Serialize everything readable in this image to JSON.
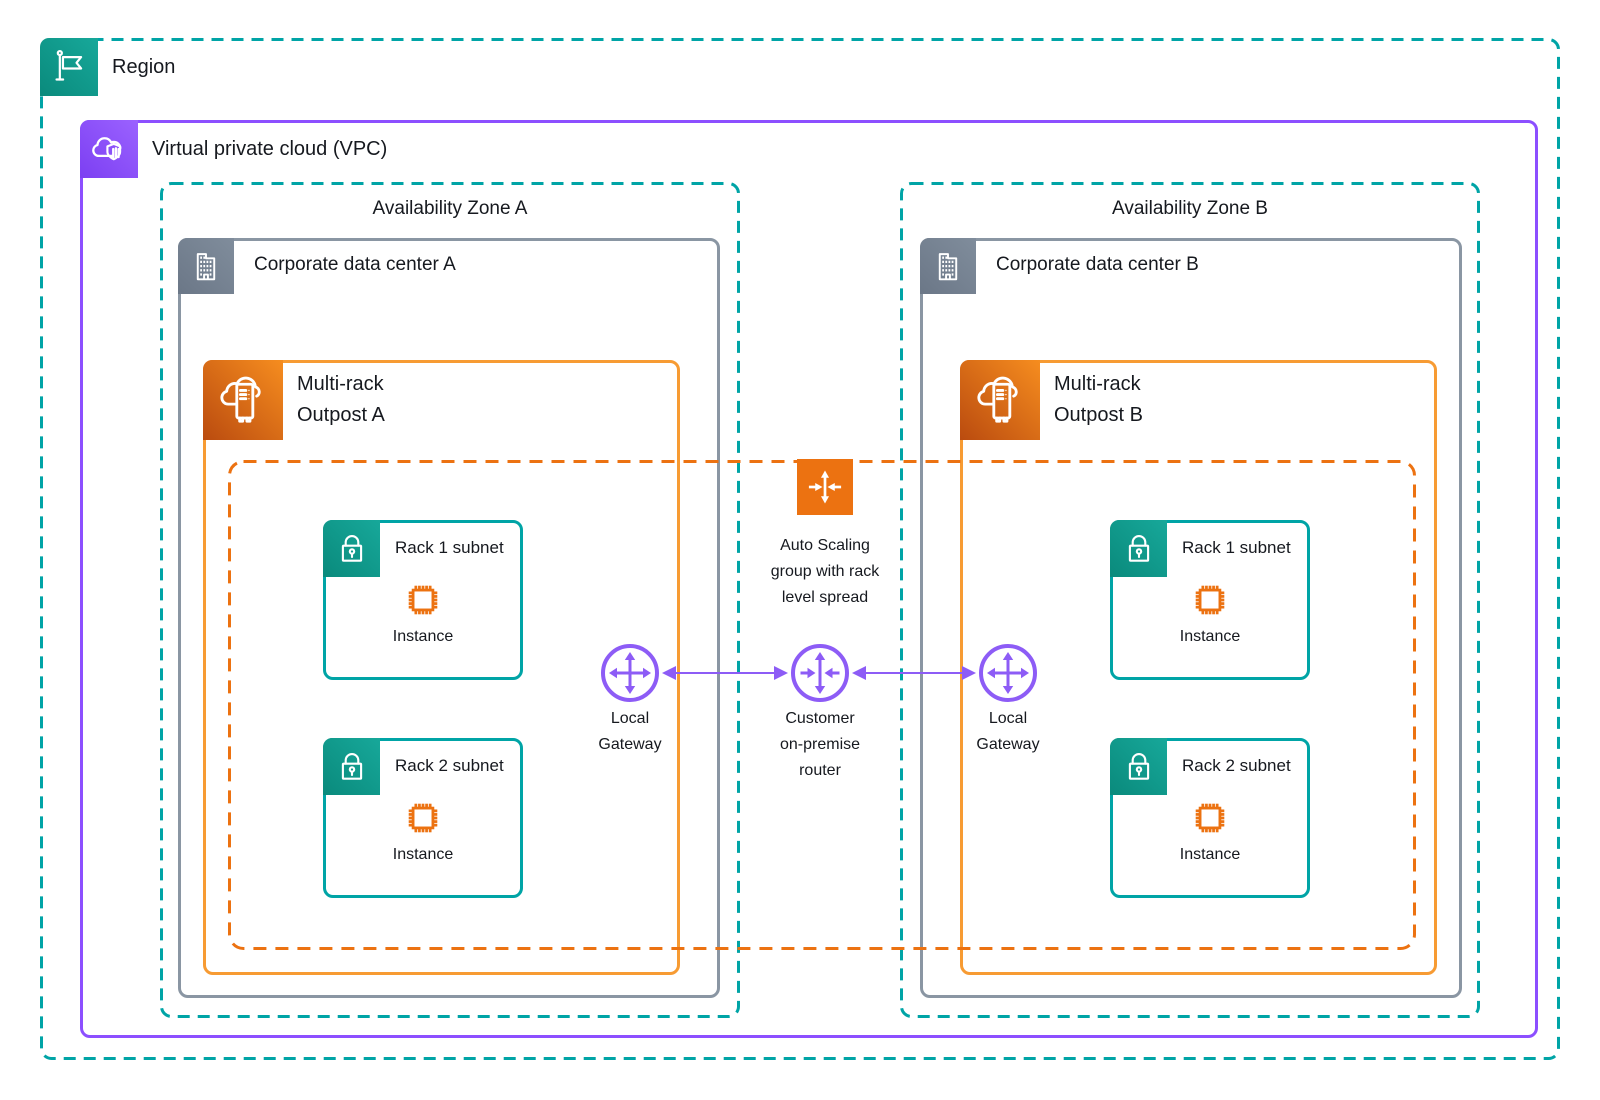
{
  "colors": {
    "teal": "#00A4A6",
    "vpc_purple": "#8C4FFF",
    "gateway_purple": "#8D5CF6",
    "gray": "#8A96A3",
    "outpost_orange": "#F79B33",
    "orange": "#EC7211",
    "text": "#16191F"
  },
  "region": {
    "label": "Region"
  },
  "vpc": {
    "label": "Virtual private cloud (VPC)"
  },
  "autoscaling": {
    "lines": [
      "Auto Scaling",
      "group with rack",
      "level spread"
    ]
  },
  "router": {
    "lines": [
      "Customer",
      "on-premise",
      "router"
    ]
  },
  "zones": [
    {
      "az_label": "Availability Zone A",
      "dc_label": "Corporate data center A",
      "outpost_lines": [
        "Multi-rack",
        "Outpost A"
      ],
      "subnets": [
        {
          "label": "Rack 1 subnet",
          "instance_label": "Instance"
        },
        {
          "label": "Rack 2 subnet",
          "instance_label": "Instance"
        }
      ],
      "gateway_lines": [
        "Local",
        "Gateway"
      ]
    },
    {
      "az_label": "Availability Zone B",
      "dc_label": "Corporate data center B",
      "outpost_lines": [
        "Multi-rack",
        "Outpost B"
      ],
      "subnets": [
        {
          "label": "Rack 1 subnet",
          "instance_label": "Instance"
        },
        {
          "label": "Rack 2 subnet",
          "instance_label": "Instance"
        }
      ],
      "gateway_lines": [
        "Local",
        "Gateway"
      ]
    }
  ]
}
